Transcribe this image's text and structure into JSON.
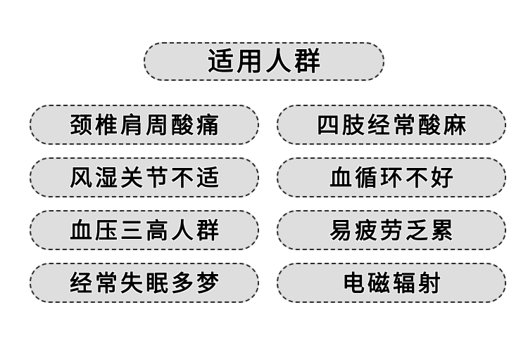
{
  "page": {
    "title": "适用人群",
    "background_color": "#ffffff",
    "pill_fill_color": "#dedede",
    "pill_border_color": "#2b2b2b",
    "text_color": "#000000"
  },
  "header": {
    "label": "适用人群"
  },
  "groups": {
    "left_column": [
      {
        "label": "颈椎肩周酸痛"
      },
      {
        "label": "风湿关节不适"
      },
      {
        "label": "血压三高人群"
      },
      {
        "label": "经常失眠多梦"
      }
    ],
    "right_column": [
      {
        "label": "四肢经常酸麻"
      },
      {
        "label": "血循环不好"
      },
      {
        "label": "易疲劳乏累"
      },
      {
        "label": "电磁辐射"
      }
    ]
  }
}
